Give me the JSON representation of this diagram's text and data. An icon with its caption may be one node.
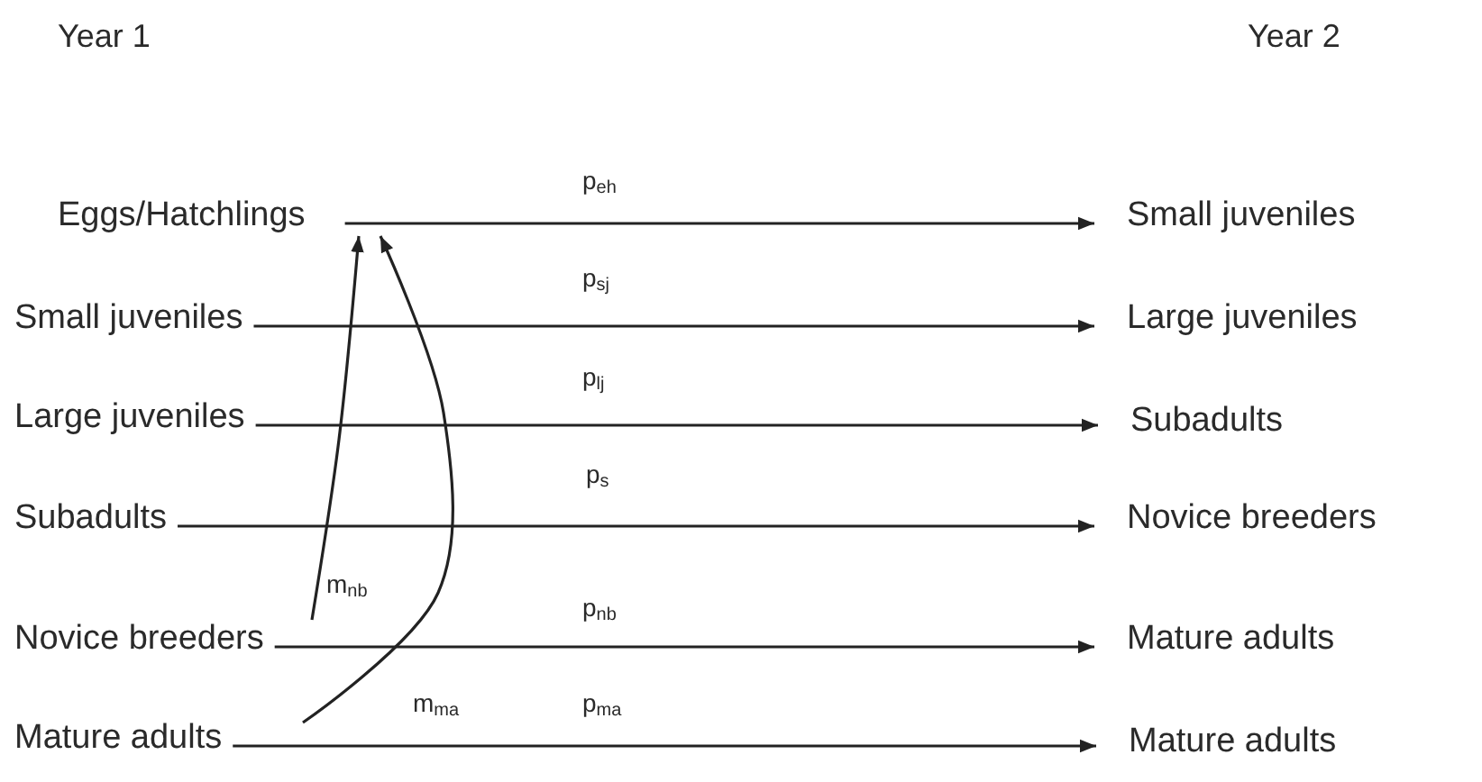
{
  "diagram": {
    "nodes": [
      {
        "text": [
          "Eggs/Hatchlings"
        ]
      },
      {
        "text": [
          "Small juveniles"
        ]
      },
      {
        "text": [
          "Large juveniles"
        ]
      },
      {
        "text": [
          "Subadults"
        ]
      },
      {
        "text": [
          "Novice breeders"
        ]
      },
      {
        "text": [
          "Mature adults"
        ]
      },
      {
        "text": [
          "Small juveniles"
        ]
      },
      {
        "text": [
          "Large juveniles"
        ]
      },
      {
        "text": [
          "Subadults"
        ]
      },
      {
        "text": [
          "Novice breeders"
        ]
      },
      {
        "text": [
          "Mature adults"
        ]
      },
      {
        "text": [
          "Mature adults"
        ]
      }
    ],
    "edges": [
      {
        "from": 0,
        "to": 6,
        "arrow": "to",
        "label": "p$_{eh}$"
      },
      {
        "from": 1,
        "to": 7,
        "arrow": "to",
        "label": "p$_{sj}$"
      },
      {
        "from": 2,
        "to": 8,
        "arrow": "to",
        "label": "p$_{lj}$"
      },
      {
        "from": 3,
        "to": 9,
        "arrow": "to",
        "label": "p$_{s}$"
      },
      {
        "from": 4,
        "to": 10,
        "arrow": "to",
        "label": "p$_{nb}$"
      },
      {
        "from": 5,
        "to": 11,
        "arrow": "to",
        "label": "p$_{ma}$"
      },
      {
        "from": 4,
        "to": 0,
        "arrow": "to",
        "label": "m$_{nb}$"
      },
      {
        "from": 5,
        "to": 0,
        "arrow": "to",
        "label": "m$_{ma}$"
      }
    ],
    "labels": [
      "Year 1",
      "Year 2"
    ]
  }
}
